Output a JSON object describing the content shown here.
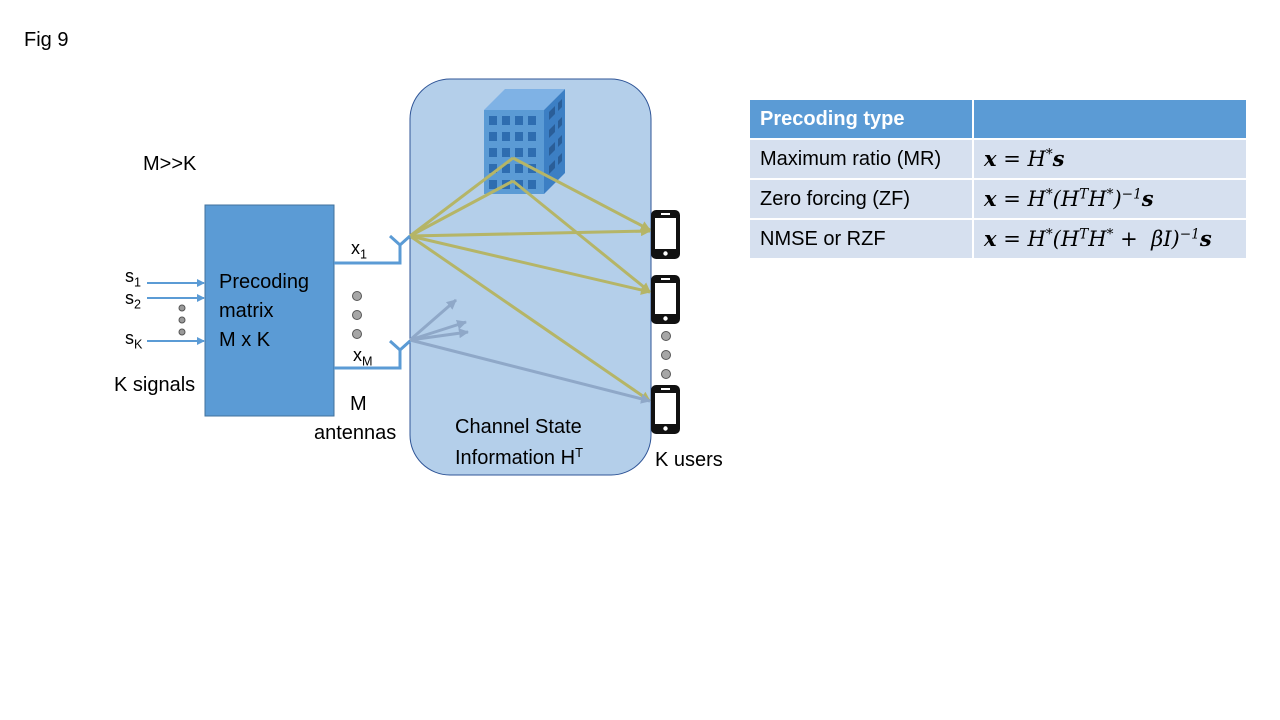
{
  "figure_label": "Fig 9",
  "condition": "M>>K",
  "inputs": {
    "s1_base": "s",
    "s1_sub": "1",
    "s2_base": "s",
    "s2_sub": "2",
    "sk_base": "s",
    "sk_sub": "K",
    "caption": "K signals"
  },
  "precoder": {
    "line1": "Precoding",
    "line2": "matrix",
    "line3": "M x K"
  },
  "outputs": {
    "x1_base": "x",
    "x1_sub": "1",
    "xm_base": "x",
    "xm_sub": "M",
    "caption_line1": "M",
    "caption_line2": "antennas"
  },
  "channel": {
    "line1": "Channel State",
    "line2": "Information H",
    "line2_sup": "T"
  },
  "users": {
    "caption": "K users"
  },
  "colors": {
    "primary_blue": "#5b9bd5",
    "box_border": "#41719c",
    "channel_fill": "#b4cfea",
    "ray_olive": "#b5b567",
    "ray_grey": "#8fa8c8",
    "table_header": "#5b9bd5",
    "table_row": "#d6e0ef"
  },
  "icons": [
    "building-icon",
    "phone-icon",
    "antenna-icon",
    "ellipsis-dots-icon"
  ],
  "table": {
    "header": [
      "Precoding type",
      ""
    ],
    "rows": [
      {
        "type": "Maximum ratio (MR)",
        "formula": "x = H*s"
      },
      {
        "type": "Zero forcing (ZF)",
        "formula": "x = H*(HᵀH*)⁻¹s"
      },
      {
        "type": "NMSE or RZF",
        "formula": "x = H*(HᵀH* + βI)⁻¹s"
      }
    ]
  }
}
